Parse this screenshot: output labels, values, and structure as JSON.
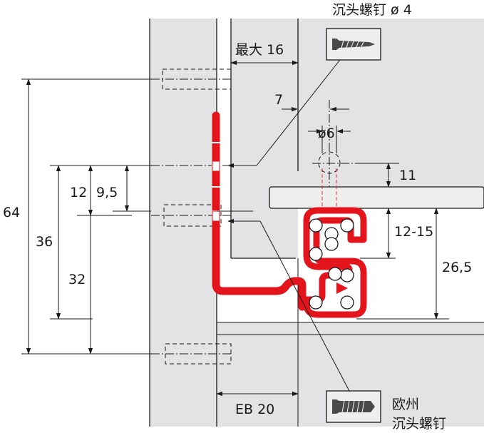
{
  "labels": {
    "countersunk_screw": "沉头螺钉 ø 4",
    "euro_screw_line1": "欧州",
    "euro_screw_line2": "沉头螺钉"
  },
  "dimensions": {
    "max16": "最大 16",
    "d7": "7",
    "d6": "ø6",
    "d11": "11",
    "d12_15": "12-15",
    "d26_5": "26,5",
    "d64": "64",
    "d36": "36",
    "d32": "32",
    "d12": "12",
    "d9_5": "9,5",
    "eb20": "EB 20"
  },
  "colors": {
    "panel_gray": "#e3e3e5",
    "rail_red": "#e3141b",
    "line": "#1a1a1a"
  },
  "icons": {
    "countersunk_screw": "countersunk-screw-icon",
    "euro_screw": "euro-screw-icon"
  }
}
